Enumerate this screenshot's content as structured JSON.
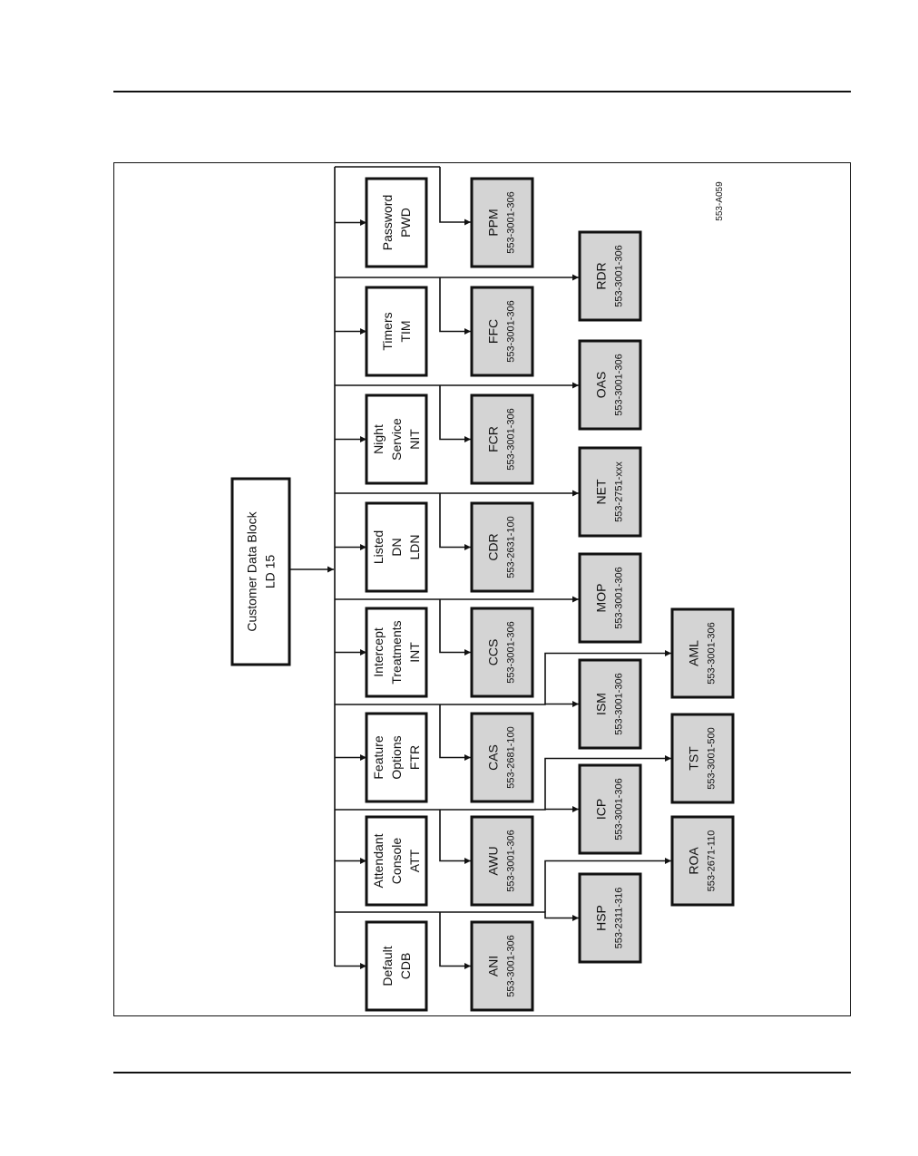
{
  "figure_id": "553-A059",
  "root": {
    "lines": [
      "Customer Data Block",
      "LD 15"
    ]
  },
  "primary": [
    {
      "key": "default",
      "lines": [
        "Default",
        "CDB"
      ]
    },
    {
      "key": "attendant",
      "lines": [
        "Attendant",
        "Console",
        "ATT"
      ]
    },
    {
      "key": "feature",
      "lines": [
        "Feature",
        "Options",
        "FTR"
      ]
    },
    {
      "key": "intercept",
      "lines": [
        "Intercept",
        "Treatments",
        "INT"
      ]
    },
    {
      "key": "listed",
      "lines": [
        "Listed",
        "DN",
        "LDN"
      ]
    },
    {
      "key": "night",
      "lines": [
        "Night",
        "Service",
        "NIT"
      ]
    },
    {
      "key": "timers",
      "lines": [
        "Timers",
        "TIM"
      ]
    },
    {
      "key": "password",
      "lines": [
        "Password",
        "PWD"
      ]
    }
  ],
  "secondary": [
    {
      "code": "ANI",
      "doc": "553-3001-306"
    },
    {
      "code": "AWU",
      "doc": "553-3001-306"
    },
    {
      "code": "CAS",
      "doc": "553-2681-100"
    },
    {
      "code": "CCS",
      "doc": "553-3001-306"
    },
    {
      "code": "CDR",
      "doc": "553-2631-100"
    },
    {
      "code": "FCR",
      "doc": "553-3001-306"
    },
    {
      "code": "FFC",
      "doc": "553-3001-306"
    },
    {
      "code": "PPM",
      "doc": "553-3001-306"
    }
  ],
  "tertiary": [
    {
      "code": "HSP",
      "doc": "553-2311-316"
    },
    {
      "code": "ICP",
      "doc": "553-3001-306"
    },
    {
      "code": "ISM",
      "doc": "553-3001-306"
    },
    {
      "code": "MOP",
      "doc": "553-3001-306"
    },
    {
      "code": "NET",
      "doc": "553-2751-xxx"
    },
    {
      "code": "OAS",
      "doc": "553-3001-306"
    },
    {
      "code": "RDR",
      "doc": "553-3001-306"
    }
  ],
  "quaternary": [
    {
      "code": "ROA",
      "doc": "553-2671-110"
    },
    {
      "code": "TST",
      "doc": "553-3001-500"
    },
    {
      "code": "AML",
      "doc": "553-3001-306"
    }
  ]
}
